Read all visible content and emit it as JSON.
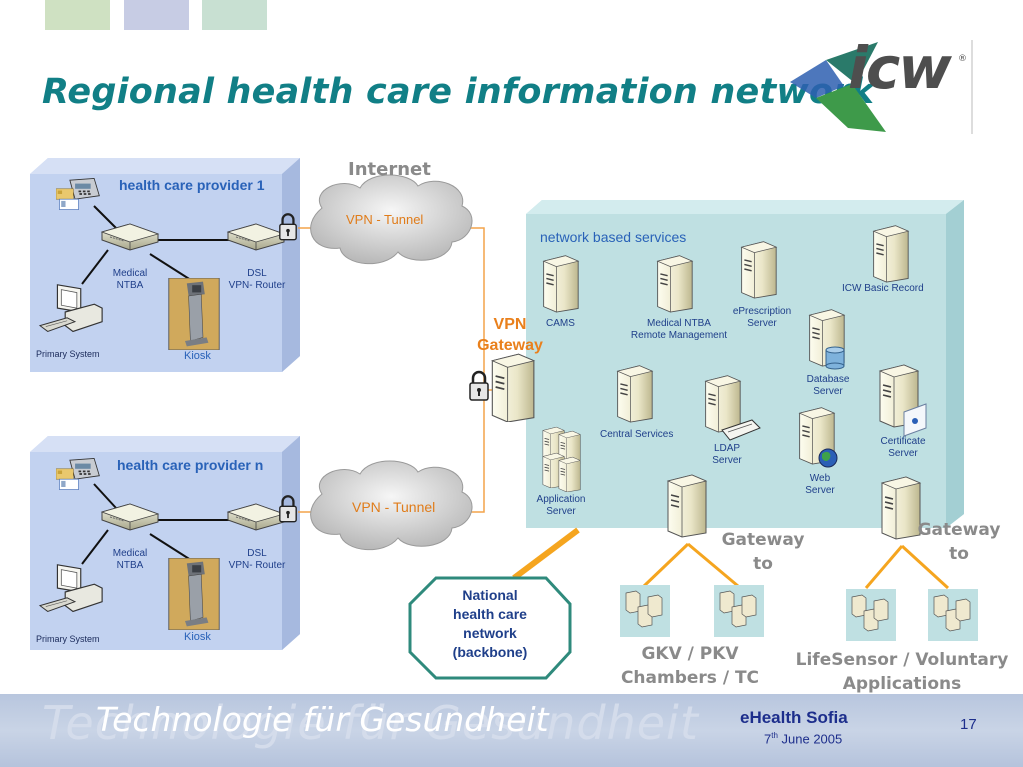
{
  "title": "Regional health care information network",
  "logo": {
    "text": "icw",
    "registered": "®",
    "leaf_colors": [
      "#2a7a6a",
      "#3e9a4a",
      "#2e5fb0"
    ]
  },
  "header_swatches": [
    "#cfe1c2",
    "#c7cce4",
    "#c8e0d2"
  ],
  "internet_label": "Internet",
  "vpn_tunnel_1": "VPN - Tunnel",
  "vpn_tunnel_2": "VPN - Tunnel",
  "vpn_gateway": {
    "line1": "VPN",
    "line2": "Gateway"
  },
  "provider_1": {
    "title": "health care provider 1",
    "medical_ntba": {
      "line1": "Medical",
      "line2": "NTBA"
    },
    "dsl_router": {
      "line1": "DSL",
      "line2": "VPN- Router"
    },
    "primary_system": "Primary System",
    "kiosk": "Kiosk"
  },
  "provider_n": {
    "title": "health care provider n",
    "medical_ntba": {
      "line1": "Medical",
      "line2": "NTBA"
    },
    "dsl_router": {
      "line1": "DSL",
      "line2": "VPN- Router"
    },
    "primary_system": "Primary System",
    "kiosk": "Kiosk"
  },
  "services": {
    "title": "network based services",
    "cams": "CAMS",
    "medical_ntba_rm": {
      "line1": "Medical NTBA",
      "line2": "Remote Management"
    },
    "eprescription": {
      "line1": "ePrescription",
      "line2": "Server"
    },
    "icw_basic_record": "ICW Basic Record",
    "database_server": {
      "line1": "Database",
      "line2": "Server"
    },
    "central_services": "Central Services",
    "ldap_server": {
      "line1": "LDAP",
      "line2": "Server"
    },
    "web_server": {
      "line1": "Web",
      "line2": "Server"
    },
    "certificate_server": {
      "line1": "Certificate",
      "line2": "Server"
    },
    "application_server": {
      "line1": "Application",
      "line2": "Server"
    }
  },
  "gateway_left": {
    "line1": "Gateway",
    "line2": "to"
  },
  "gateway_right": {
    "line1": "Gateway",
    "line2": "to"
  },
  "national_network": {
    "line1": "National",
    "line2": "health care",
    "line3": "network",
    "line4": "(backbone)"
  },
  "gkv": {
    "line1": "GKV / PKV",
    "line2": "Chambers / TC"
  },
  "lifesensor": {
    "line1": "LifeSensor / Voluntary",
    "line2": "Applications"
  },
  "footer": {
    "tagline": "Technologie für Gesundheit",
    "event": "eHealth Sofia",
    "date_day": "7",
    "date_sup": "th",
    "date_rest": " June 2005",
    "slide_number": "17"
  },
  "colors": {
    "title": "#117f86",
    "provider_box": "#c2d2f0",
    "services_box": "#bfe0e2",
    "tunnel_line": "#f3a44a",
    "backbone_stroke": "#2f8a7c",
    "footer": "#bccadf"
  }
}
